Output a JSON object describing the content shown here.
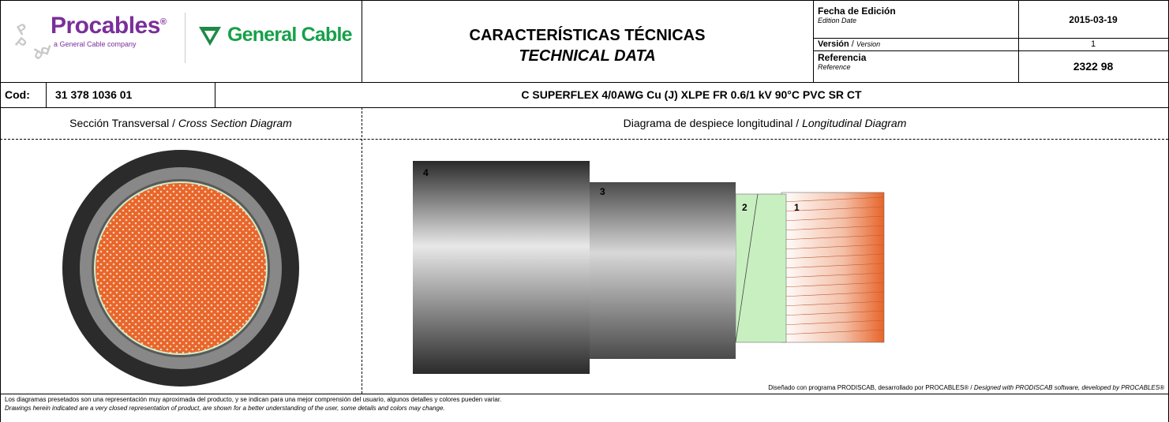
{
  "header": {
    "logo_procables": {
      "name": "Procables",
      "tagline": "a General Cable company",
      "registered": "®"
    },
    "logo_general_cable": {
      "name": "General Cable"
    },
    "title_es": "CARACTERÍSTICAS TÉCNICAS",
    "title_en": "TECHNICAL DATA",
    "edition_label": "Fecha de Edición",
    "edition_sublabel": "Edition Date",
    "edition_value": "2015-03-19",
    "version_label": "Versión",
    "version_sublabel": "Version",
    "version_value": "1",
    "reference_label": "Referencia",
    "reference_sublabel": "Reference",
    "reference_value": "2322 98"
  },
  "code_row": {
    "label": "Cod:",
    "value": "31 378 1036 01",
    "description": "C SUPERFLEX 4/0AWG Cu (J) XLPE FR 0.6/1 kV 90°C PVC SR CT"
  },
  "sections": {
    "cross_es": "Sección Transversal / ",
    "cross_en": "Cross Section Diagram",
    "long_es": "Diagrama de despiece longitudinal / ",
    "long_en": "Longitudinal Diagram"
  },
  "diagram": {
    "layer_numbers": [
      "4",
      "3",
      "2",
      "1"
    ],
    "colors": {
      "conductor": "#e8652a",
      "insulation": "#c8efc0",
      "jacket_dark": "#2a2a2a",
      "jacket_mid": "#8a8a8a"
    }
  },
  "credit_es": "Diseñado con programa PRODISCAB, desarrollado por PROCABLES® / ",
  "credit_en": "Designed with PRODISCAB software, developed by PROCABLES®",
  "footnote_es": "Los diagramas presetados son una representación muy aproximada del producto, y se indican para una mejor comprensión del usuario, algunos detalles y colores pueden variar.",
  "footnote_en": "Drawings herein indicated are a very closed representation of product, are shown for a better understanding of the user, some details and colors may change."
}
